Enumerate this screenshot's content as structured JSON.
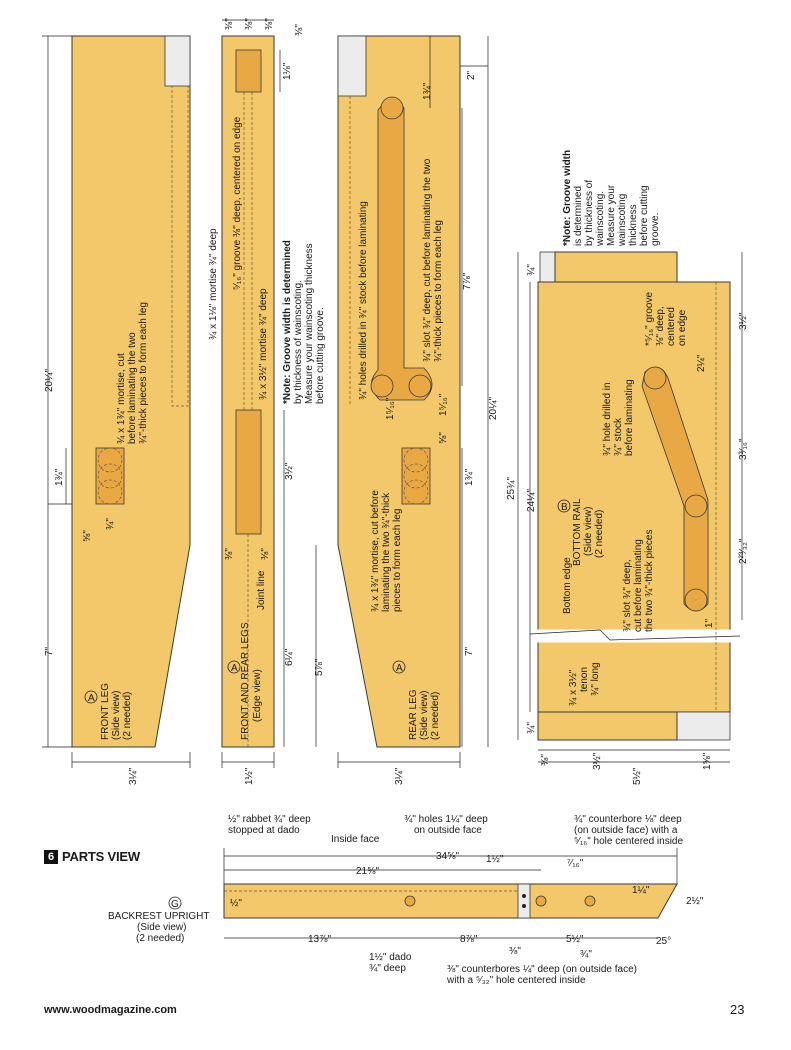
{
  "footer": {
    "url": "www.woodmagazine.com",
    "page_number": "23"
  },
  "figure": {
    "number": "6",
    "title": "PARTS VIEW"
  },
  "front_leg": {
    "letter": "A",
    "name": "FRONT LEG",
    "view": "(Side view)",
    "qty": "(2 needed)",
    "mortise_note": [
      "¾ x 1¾\" mortise, cut",
      "before laminating the two",
      "¾\"-thick pieces to form each leg"
    ],
    "dims": {
      "length": "20¼\"",
      "mortise_len": "1¾\"",
      "top_offset": "⅝\"",
      "mortise_w": "¾\"",
      "lower": "7\"",
      "width": "3¼\""
    }
  },
  "edge_legs": {
    "letter": "A",
    "name": "FRONT AND REAR LEGS",
    "view": "(Edge view)",
    "joint": "Joint line",
    "groove_note": "⁵⁄₁₆\" groove ⅜\" deep, centered on edge",
    "top_mortise": "¾ x 1⅛\" mortise ¾\" deep",
    "side_mortise": "¾ x 3½\" mortise ¾\" deep",
    "dims": {
      "top_a": "⅜\"",
      "top_b": "⅜\"",
      "top_c": "⅜\"",
      "top_h": "1⅛\"",
      "mid": "3½\"",
      "left_a": "⅜\"",
      "right_a": "⅜\"",
      "lower": "6¼\"",
      "width": "1½\""
    }
  },
  "note_wainscot": [
    "*Note: Groove width is determined",
    "by thickness of wainscoting.",
    "Measure your wainscoting thickness",
    "before cutting groove."
  ],
  "rear_leg": {
    "letter": "A",
    "name": "REAR LEG",
    "view": "(Side view)",
    "qty": "(2 needed)",
    "holes_note": "¾\" holes drilled in ¾\" stock before laminating",
    "slot_note": [
      "¾\" slot ¾\" deep, cut before laminating the two",
      "¾\"-thick pieces to form each leg"
    ],
    "mortise_note": [
      "¾ x 1¾\" mortise, cut before",
      "laminating the two ¾\"-thick",
      "pieces to form each leg"
    ],
    "dims": {
      "top": "1¾\"",
      "offset": "2\"",
      "mid": "7⅞\"",
      "small_a": "1⁵⁄₁₆\"",
      "small_b": "1⁵⁄₁₆\"",
      "length": "20¼\"",
      "mortise_w": "⅝\"",
      "mortise_len": "1¾\"",
      "lower": "7\"",
      "left": "5⅞\"",
      "width": "3¼\""
    }
  },
  "bottom_rail": {
    "letter": "B",
    "name": "BOTTOM RAIL",
    "view": "(Side view)",
    "qty": "(2 needed)",
    "note": [
      "*Note: Groove width",
      "is determined",
      "by thickness of",
      "wainscoting.",
      "Measure your",
      "wainscoting",
      "thickness",
      "before cutting",
      "groove."
    ],
    "groove": [
      "*⁵⁄₁₆\" groove",
      "⅜\" deep,",
      "centered",
      "on edge"
    ],
    "hole_note": [
      "¾\" hole drilled in",
      "¾\" stock",
      "before laminating"
    ],
    "slot_note": [
      "¾\" slot ¾\" deep,",
      "cut before laminating",
      "the two ¾\"-thick pieces"
    ],
    "tenon": [
      "¾ x 3½\"",
      "tenon",
      "¾\" long"
    ],
    "bottom_edge": "Bottom edge",
    "dims": {
      "overall": "25¾\"",
      "inner": "24¼\"",
      "top_tenon": "¾\"",
      "bot_tenon": "¾\"",
      "r1": "3½\"",
      "r2": "2¼\"",
      "r3": "3³⁄₁₆\"",
      "r4": "2²³⁄₃₂\"",
      "r5": "1\"",
      "b1": "⅜\"",
      "b2": "3½\"",
      "b3": "1⅝\"",
      "width": "5½\""
    }
  },
  "backrest": {
    "letter": "G",
    "name": "BACKREST UPRIGHT",
    "view": "(Side view)",
    "qty": "(2 needed)",
    "rabbet": [
      "½\" rabbet ¾\" deep",
      "stopped at dado"
    ],
    "inside_face": "Inside face",
    "holes": [
      "¾\" holes 1¼\" deep",
      "on outside face"
    ],
    "counterbore_top": [
      "¾\" counterbore ⅛\" deep",
      "(on outside face) with a",
      "⁵⁄₁₆\" hole centered inside"
    ],
    "dado": [
      "1½\" dado",
      "¾\" deep"
    ],
    "counterbore_bot": [
      "⅜\" counterbores ¼\" deep (on outside face)",
      "with a ⁵⁄₃₂\" hole centered inside"
    ],
    "dims": {
      "overall": "34⅝\"",
      "d1": "21⅝\"",
      "d2": "1½\"",
      "d3": "⁷⁄₁₆\"",
      "d4": "1¼\"",
      "height": "2½\"",
      "rabbet_h": "½\"",
      "b1": "13⅞\"",
      "b2": "8⅞\"",
      "b3": "⅜\"",
      "b4": "5½\"",
      "b5": "¾\"",
      "angle": "25°"
    }
  },
  "colors": {
    "wood": "#f2c86a",
    "wood_dark": "#e8a945",
    "end_grain": "#ececec",
    "line": "#222222"
  }
}
